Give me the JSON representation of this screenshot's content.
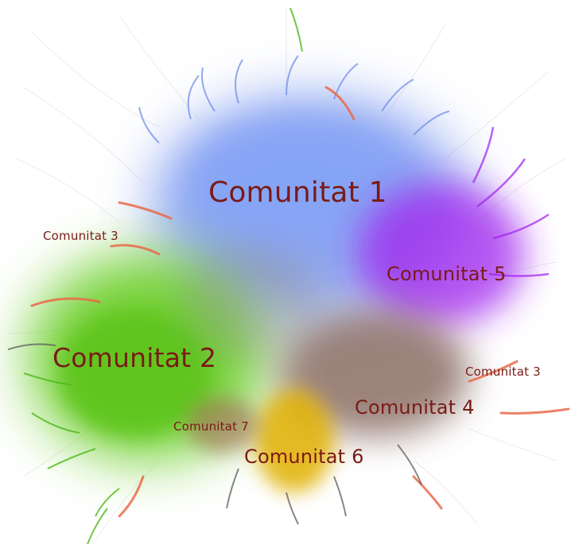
{
  "colors": {
    "community_1": "#7d9af0",
    "community_2": "#66cc22",
    "community_3": "#ea6a4a",
    "community_4": "#7a5a50",
    "community_5": "#a020ee",
    "community_6": "#e0b000",
    "community_7": "#9b6b4a",
    "label_text": "#7a1a16"
  },
  "labels": {
    "c1": "Comunitat 1",
    "c2": "Comunitat 2",
    "c3a": "Comunitat 3",
    "c3b": "Comunitat 3",
    "c4": "Comunitat 4",
    "c5": "Comunitat 5",
    "c6": "Comunitat 6",
    "c7": "Comunitat 7"
  }
}
